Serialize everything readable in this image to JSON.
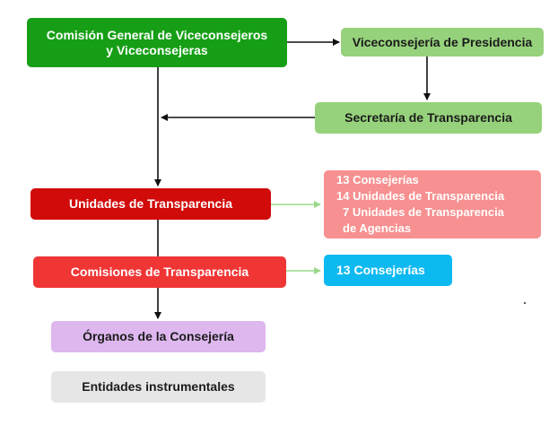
{
  "diagram": {
    "nodes": {
      "comision": {
        "lines": [
          "Comisión General de Viceconsejeros",
          "y Viceconsejeras"
        ]
      },
      "viceconsejeria": {
        "label": "Viceconsejería de Presidencia"
      },
      "secretaria": {
        "label": "Secretaría de Transparencia"
      },
      "unidades": {
        "label": "Unidades de Transparencia"
      },
      "consejerias_unidades": {
        "lines": [
          "13 Consejerías",
          "14 Unidades de Transparencia",
          "7 Unidades de Transparencia",
          "de Agencias"
        ]
      },
      "comisiones": {
        "label": "Comisiones de Transparencia"
      },
      "consejerias_comisiones": {
        "label": "13 Consejerías"
      },
      "organos": {
        "label": "Órganos de la Consejería"
      },
      "entidades": {
        "label": "Entidades instrumentales"
      }
    },
    "colors": {
      "dark_green": "#169F16",
      "light_green": "#96D27C",
      "dark_red": "#D10A0A",
      "pink": "#F79090",
      "red": "#F03535",
      "cyan": "#0DB9F1",
      "lavender": "#DDB7EE",
      "grey": "#E6E6E6",
      "arrow_black": "#111111",
      "arrow_green": "#9BD88A"
    }
  }
}
